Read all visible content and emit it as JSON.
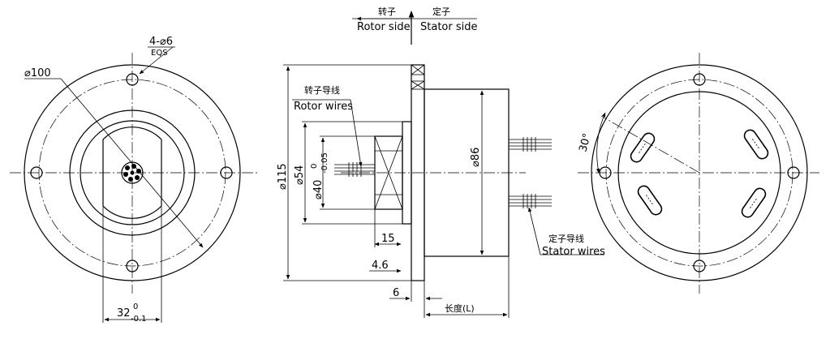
{
  "header": {
    "rotor_cn": "转子",
    "stator_cn": "定子",
    "rotor_en": "Rotor side",
    "stator_en": "Stator  side"
  },
  "front_view": {
    "holes_label": "4-⌀6",
    "holes_sub": "EQS",
    "dia_label": "⌀100",
    "width_label": "32",
    "width_tol_upper": "0",
    "width_tol_lower": "-0.1"
  },
  "side_view": {
    "rotor_wires_cn": "转子导线",
    "rotor_wires_en": "Rotor wires",
    "stator_wires_cn": "定子导线",
    "stator_wires_en": "Stator wires",
    "d115": "⌀115",
    "d54": "⌀54",
    "d40": "⌀40",
    "d40_tol_upper": "0",
    "d40_tol_lower": "-0.05",
    "d86": "⌀86",
    "dim_15": "15",
    "dim_4_6": "4.6",
    "dim_6": "6",
    "length_label": "长度(L)"
  },
  "rear_view": {
    "angle_label": "30°"
  }
}
